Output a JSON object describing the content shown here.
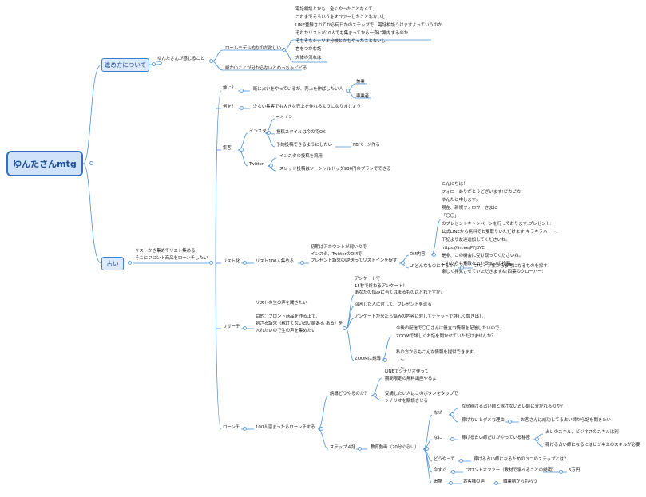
{
  "root": {
    "label": "ゆんたさんmtg"
  },
  "nodes": {
    "susumekata": "進め方について",
    "yunta_kanjiru": "ゆんたさんが感じること",
    "rolemodel": "ロールモデル的なのが欲しい",
    "kaiwa_lines": "電話相談とかも、全くやったことなくて、\nこれまでそういうをオファーしたこともないし\nLINE登録されてから何日かのステップで、電話相談うけますよっていうのか\nそれかリストが10人でも集まってから一斉に案内するのか\nそもそもシナリオ分岐とかもやったことないし\n言をつかむ話",
    "taitai": "大体の流れは",
    "komakai": "細かいことが分からないとめっちゃビビる",
    "uranai": "占い",
    "list_atsume": "リストかき集めてリスト集める、\nそこにフロント商品をローンチしたい",
    "dare": "誰に？",
    "dare_desc": "既に占いをやっているが、売上を伸ばしたい人",
    "honshoku": "兼業",
    "fukugyo": "専業者",
    "nani": "何を？",
    "nani_desc": "少ない集客でも大きな売上を作れるようになりましょう",
    "shukyaku": "集客",
    "insta": "インスタ",
    "main_label": "←メイン",
    "toko_style": "投稿スタイルは今のでOK",
    "yoyaku": "予約投稿できるようにしたい",
    "fb": "FBページ作る",
    "twitter": "Twitter",
    "insta_tenyo": "インスタの投稿を流用",
    "thread": "スレッド投稿はソーシャルドッグ980円のプランでできる",
    "list_ka": "リスト化",
    "list100": "リスト100人集める",
    "shoki": "初期はアカウントが弱いので\nインスタ、TwitterのDMで\nプレゼント訴求のLP送ってリストインを促す",
    "dm_naiyo": "DM内容",
    "dm_text": "こんにちは！\nフォローありがとうございます!ピカピカ\nゆんたと申します。\n現在、新規フォロワーさまに\n「〇〇」\nのプレゼントキャンペーンを行っております:プレゼント:\n公式LINEから無料でお受取りいただけます:キラキラハート:\n下記より友達追加してくださいね。\nhttps://lin.ee/PFj3YC\n是非、この機会に受け取ってくださいね。\nこれからも素敵な占いライフの投稿、\n楽しく拝見させていただきますね:四葉のクローバー:",
    "lp": "LPどんなものにするか？",
    "swipe": "スワイプ集から参考になるものを探す",
    "research": "リサーチ",
    "research_desc": "リストの生の声を聞きたい\n\n目的：フロント商品を作る上で、\n刺さる訴求（稼げてない占い師ある ある）を\n入れたいので生の声を集めたい",
    "enquete": "アンケートで\n15秒で終わるアンケート！\nあなたの悩みに当てはまるものはどれですか？",
    "kaito": "回答した人に対して、プレゼントを送る",
    "enquete_chat": "アンケートが来たら悩みの内容に対してチャットで詳しく聞き出し",
    "zoom_text": "今後の配信で〇〇さんに役立つ情報を配信したいので、\nZOOMで詳しくお話を聞かせていただけませんか？\n\n私の方からもこんな情報を提供できます。\n・〜\n・〜",
    "zoom": "ZOOMに誘導",
    "launch": "ローンチ",
    "launch100": "100人溜まったらローンチする",
    "yudo": "誘導どうやるのか？",
    "line_scenario": "LINEでシナリオ作って\n期間限定の無料講座やるよ",
    "jushin": "受講したい人はこのボタンをタップで\nシナリオを購読させる",
    "step4": "ステップ４話",
    "kyoiku": "教育動画（20分ぐらい）",
    "naze": "なぜ",
    "naze_desc": "なぜ稼げる占い師と稼げない占い師に分かれるのか？",
    "kasegenai": "稼げないとダメな理由",
    "okyaku": "お客さんは成功してる占い師から話を聞きたい",
    "nani2": "なに",
    "kasegeru": "稼げる占い師だけがやっている秘密",
    "skill1": "占いのスキル、ビジネスのスキルは別",
    "skill2": "稼げる占い師になるにはビジネスのスキルが必要",
    "douyatte": "どうやって",
    "three_steps": "稼げる占い師になるための３つのステップとは？",
    "imasugu": "今すぐ",
    "front_offer": "フロントオファー（教材で学べることの説明）",
    "price": "5万円",
    "tsuika": "追撃",
    "okyaku_koe": "お客様の声",
    "renkei": "職業柄からもらう"
  }
}
